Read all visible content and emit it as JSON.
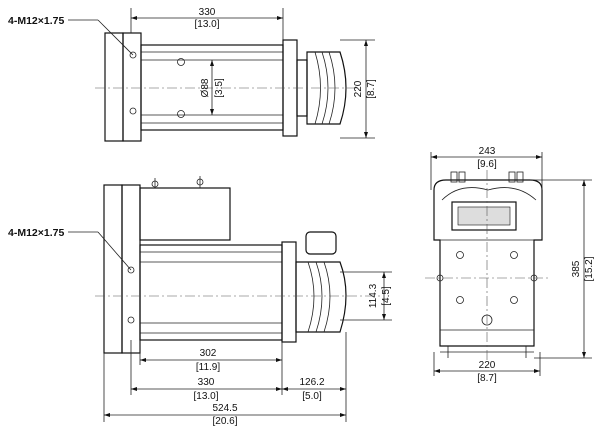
{
  "top_view": {
    "thread_label": "4-M12×1.75",
    "width_mm": "330",
    "width_in": "[13.0]",
    "bore_mm": "Ø88",
    "bore_in": "[3.5]",
    "height_mm": "220",
    "height_in": "[8.7]"
  },
  "side_view": {
    "thread_label": "4-M12×1.75",
    "span_mm": "302",
    "span_in": "[11.9]",
    "body_mm": "330",
    "body_in": "[13.0]",
    "motor_mm": "126.2",
    "motor_in": "[5.0]",
    "total_mm": "524.5",
    "total_in": "[20.6]",
    "offset_mm": "114.3",
    "offset_in": "[4.5]"
  },
  "end_view": {
    "width_top_mm": "243",
    "width_top_in": "[9.6]",
    "height_mm": "385",
    "height_in": "[15.2]",
    "width_bottom_mm": "220",
    "width_bottom_in": "[8.7]"
  }
}
